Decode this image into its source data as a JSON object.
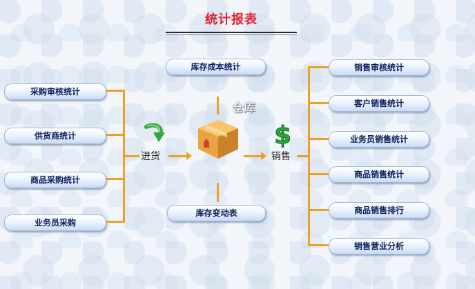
{
  "title": "统计报表",
  "center": {
    "warehouse": "仓库",
    "purchase": "进货",
    "sales": "销售"
  },
  "left_buttons": [
    "采购审核统计",
    "供货商统计",
    "商品采购统计",
    "业务员采购"
  ],
  "top_button": "库存成本统计",
  "bottom_button": "库存变动表",
  "right_buttons": [
    "销售审核统计",
    "客户销售统计",
    "业务员销售统计",
    "商品销售统计",
    "商品销售排行",
    "销售营业分析"
  ],
  "colors": {
    "title": "#e5202c",
    "connector": "#f0a020",
    "button_text": "#0a1e5a"
  },
  "icons": {
    "purchase": "green-down-arrow-icon",
    "warehouse": "box-icon",
    "sales": "dollar-icon"
  }
}
